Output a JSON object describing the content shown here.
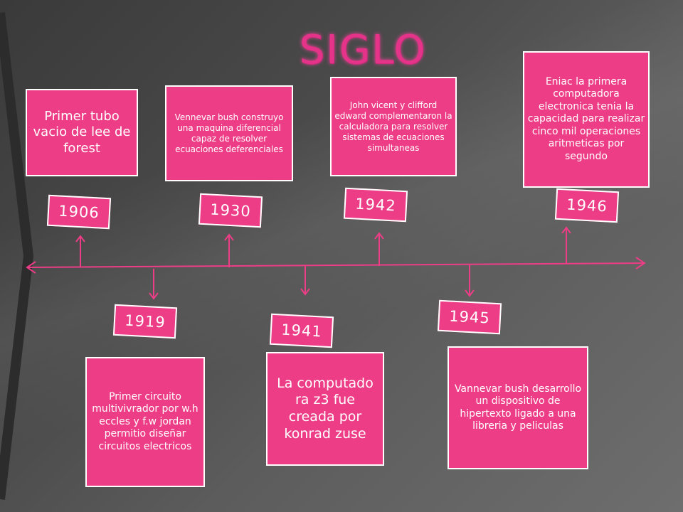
{
  "title": "SIGLO XX",
  "accent_color": "#ec3d86",
  "events_above": [
    {
      "year": "1906",
      "text": "Primer tubo vacio de lee de forest"
    },
    {
      "year": "1930",
      "text": "Vennevar bush construyo una maquina diferencial capaz de resolver ecuaciones deferenciales"
    },
    {
      "year": "1942",
      "text": "John vicent y clifford edward complementaron la calculadora para resolver sistemas de ecuaciones simultaneas"
    },
    {
      "year": "1946",
      "text": "Eniac la primera computadora electronica tenia la capacidad para realizar cinco mil operaciones aritmeticas por segundo"
    }
  ],
  "events_below": [
    {
      "year": "1919",
      "text": "Primer circuito multivivrador por w.h eccles y f.w jordan permitio diseñar circuitos electricos"
    },
    {
      "year": "1941",
      "text": "La computado ra z3 fue creada por konrad zuse"
    },
    {
      "year": "1945",
      "text": "Vannevar bush desarrollo un dispositivo de hipertexto ligado a una libreria y peliculas"
    }
  ]
}
